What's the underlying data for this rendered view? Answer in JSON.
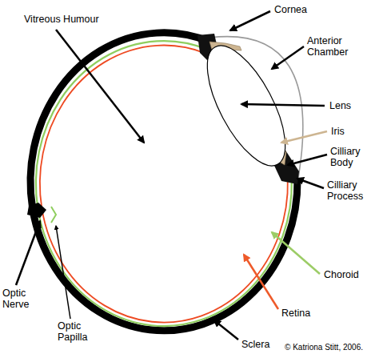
{
  "diagram": {
    "labels": [
      "Vitreous Humour",
      "Cornea",
      "Anterior Chamber",
      "Lens",
      "Iris",
      "Cilliary Body",
      "Cilliary Process",
      "Optic Nerve",
      "Optic Papilla",
      "Choroid",
      "Retina",
      "Sclera",
      "© Katriona Stitt, 2006."
    ]
  }
}
